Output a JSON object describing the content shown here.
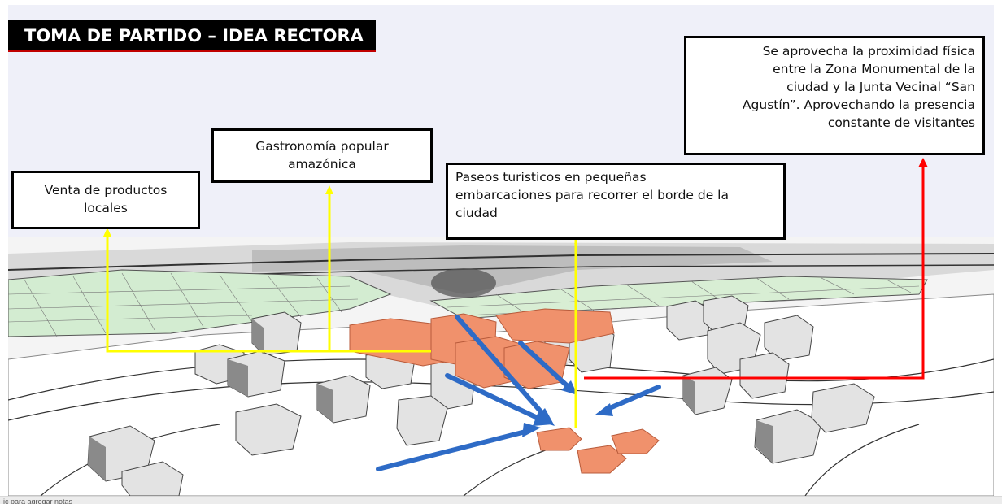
{
  "slide": {
    "title": "TOMA DE PARTIDO – IDEA RECTORA"
  },
  "callouts": {
    "venta": [
      "Venta de productos",
      "locales"
    ],
    "gastronomia": [
      "Gastronomía popular",
      "amazónica"
    ],
    "paseos": [
      "Paseos turisticos en pequeñas",
      "embarcaciones para recorrer el borde de la",
      "ciudad"
    ],
    "proximidad": [
      "Se aprovecha la proximidad física",
      "entre la Zona Monumental de la",
      "ciudad y la Junta Vecinal “San",
      "Agustín”. Aprovechando la presencia",
      "constante de visitantes"
    ]
  },
  "status_bar": {
    "text": "ic para agregar notas"
  },
  "colors": {
    "sky": "#eff0f9",
    "title_bg": "#000000",
    "title_underline": "#c00000",
    "highlight_buildings": "#f0916c",
    "yellow_leader": "#ffff00",
    "red_leader": "#ff0000",
    "blue_arrows": "#2e6bc6",
    "green_terrain": "#d3ecd1"
  },
  "icons": {
    "arrowhead": "triangle-up-arrowhead",
    "flow_arrow": "blue-flow-arrow"
  }
}
